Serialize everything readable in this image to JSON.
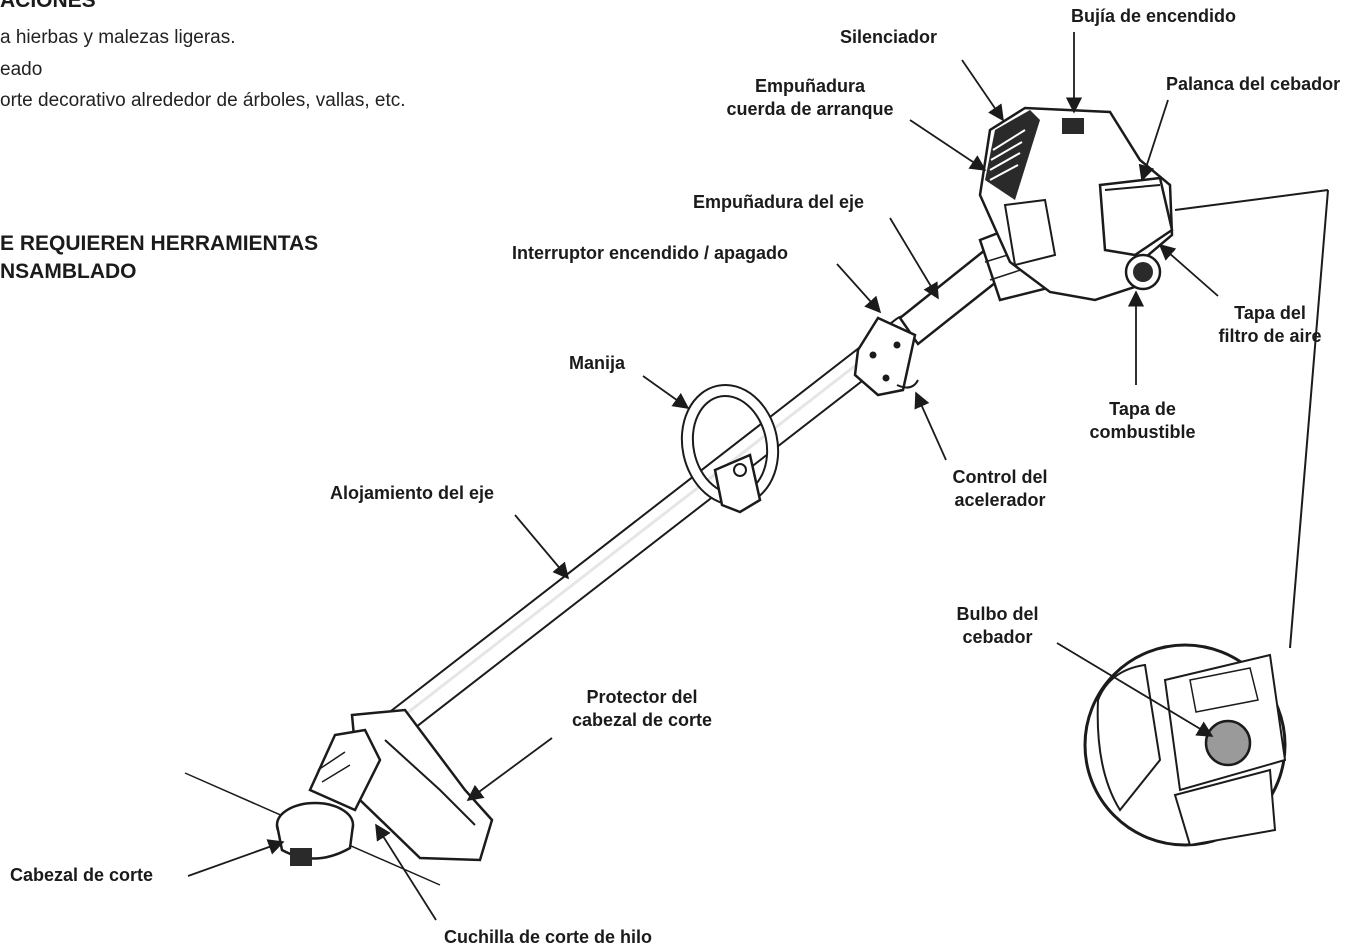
{
  "text_block": {
    "partial_heading": "ACIONES",
    "usage_lines": [
      "a hierbas y malezas ligeras.",
      "eado",
      "orte decorativo alrededor de árboles, vallas, etc."
    ],
    "tools_heading_lines": [
      "E REQUIEREN HERRAMIENTAS",
      "NSAMBLADO"
    ]
  },
  "labels": {
    "spark_plug": "Bujía de encendido",
    "muffler": "Silenciador",
    "starter_handle_1": "Empuñadura",
    "starter_handle_2": "cuerda de arranque",
    "choke_lever": "Palanca del cebador",
    "shaft_grip": "Empuñadura del eje",
    "on_off_switch": "Interruptor encendido / apagado",
    "air_filter_1": "Tapa del",
    "air_filter_2": "filtro de aire",
    "handle": "Manija",
    "fuel_cap_1": "Tapa de",
    "fuel_cap_2": "combustible",
    "throttle_1": "Control del",
    "throttle_2": "acelerador",
    "shaft_housing": "Alojamiento del eje",
    "primer_bulb_1": "Bulbo del",
    "primer_bulb_2": "cebador",
    "guard_1": "Protector del",
    "guard_2": "cabezal de corte",
    "cutting_head": "Cabezal de corte",
    "line_cutter": "Cuchilla de corte de hilo"
  },
  "colors": {
    "ink": "#1b1b1b",
    "primer_bulb_fill": "#9a9a9a",
    "engine_dark": "#2a2a2a"
  }
}
